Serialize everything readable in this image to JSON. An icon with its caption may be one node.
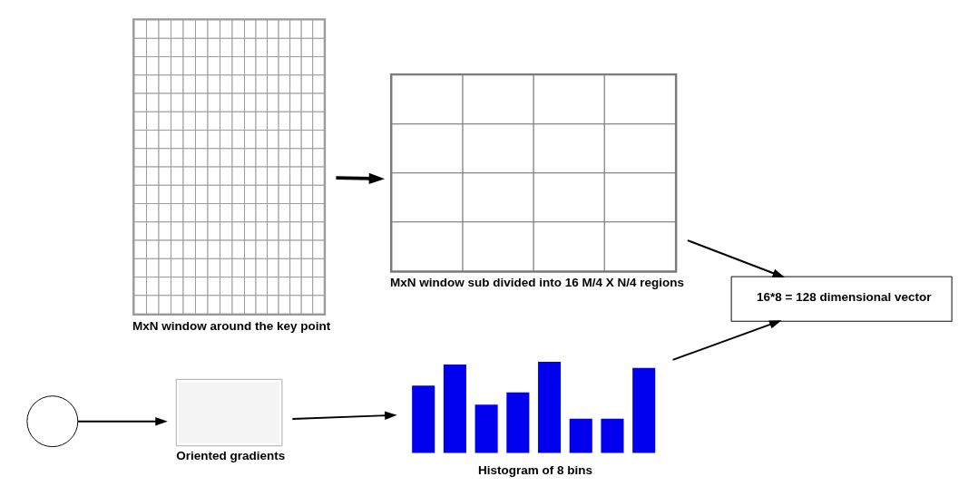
{
  "diagram": {
    "nodes": [
      {
        "text": [],
        "shape": "picture",
        "beside": [
          "MxN window around the key point"
        ]
      },
      {
        "text": [],
        "shape": "picture",
        "beside": [
          "MxN window sub divided into 16 M/4 X N/4 regions"
        ]
      },
      {
        "text": [],
        "shape": "circle"
      },
      {
        "text": [],
        "shape": "picture",
        "beside": [
          "Oriented gradients"
        ]
      },
      {
        "text": [],
        "shape": "picture",
        "beside": [
          "Histogram of 8 bins"
        ]
      },
      {
        "text": [
          "16*8 = 128 dimensional vector"
        ]
      }
    ],
    "edges": [
      {
        "from": 0,
        "to": 1,
        "arrow": "to",
        "style": "thick"
      },
      {
        "from": 2,
        "to": 3,
        "arrow": "to"
      },
      {
        "from": 3,
        "to": 4,
        "arrow": "to"
      },
      {
        "from": 1,
        "to": 5,
        "arrow": "to"
      },
      {
        "from": 4,
        "to": 5,
        "arrow": "to"
      }
    ]
  }
}
